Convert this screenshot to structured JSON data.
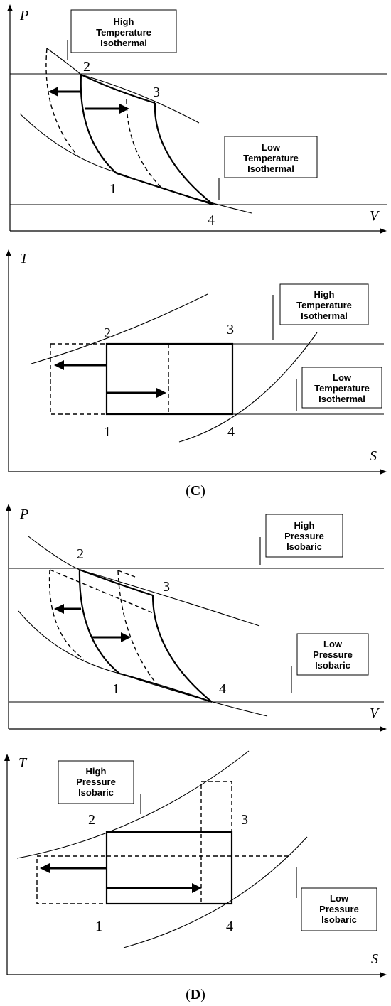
{
  "panel_pv_temp": {
    "y_axis": "P",
    "x_axis": "V",
    "points": [
      "1",
      "2",
      "3",
      "4"
    ],
    "box_high": [
      "High",
      "Temperature",
      "Isothermal"
    ],
    "box_low": [
      "Low",
      "Temperature",
      "Isothermal"
    ]
  },
  "panel_c": {
    "y_axis": "T",
    "x_axis": "S",
    "points": [
      "1",
      "2",
      "3",
      "4"
    ],
    "box_high": [
      "High",
      "Temperature",
      "Isothermal"
    ],
    "box_low": [
      "Low",
      "Temperature",
      "Isothermal"
    ],
    "caption": {
      "open": "(",
      "letter": "C",
      "close": ")"
    }
  },
  "panel_pv_press": {
    "y_axis": "P",
    "x_axis": "V",
    "points": [
      "1",
      "2",
      "3",
      "4"
    ],
    "box_high": [
      "High",
      "Pressure",
      "Isobaric"
    ],
    "box_low": [
      "Low",
      "Pressure",
      "Isobaric"
    ]
  },
  "panel_d": {
    "y_axis": "T",
    "x_axis": "S",
    "points": [
      "1",
      "2",
      "3",
      "4"
    ],
    "box_high": [
      "High",
      "Pressure",
      "Isobaric"
    ],
    "box_low": [
      "Low",
      "Pressure",
      "Isobaric"
    ],
    "caption": {
      "open": "(",
      "letter": "D",
      "close": ")"
    }
  }
}
